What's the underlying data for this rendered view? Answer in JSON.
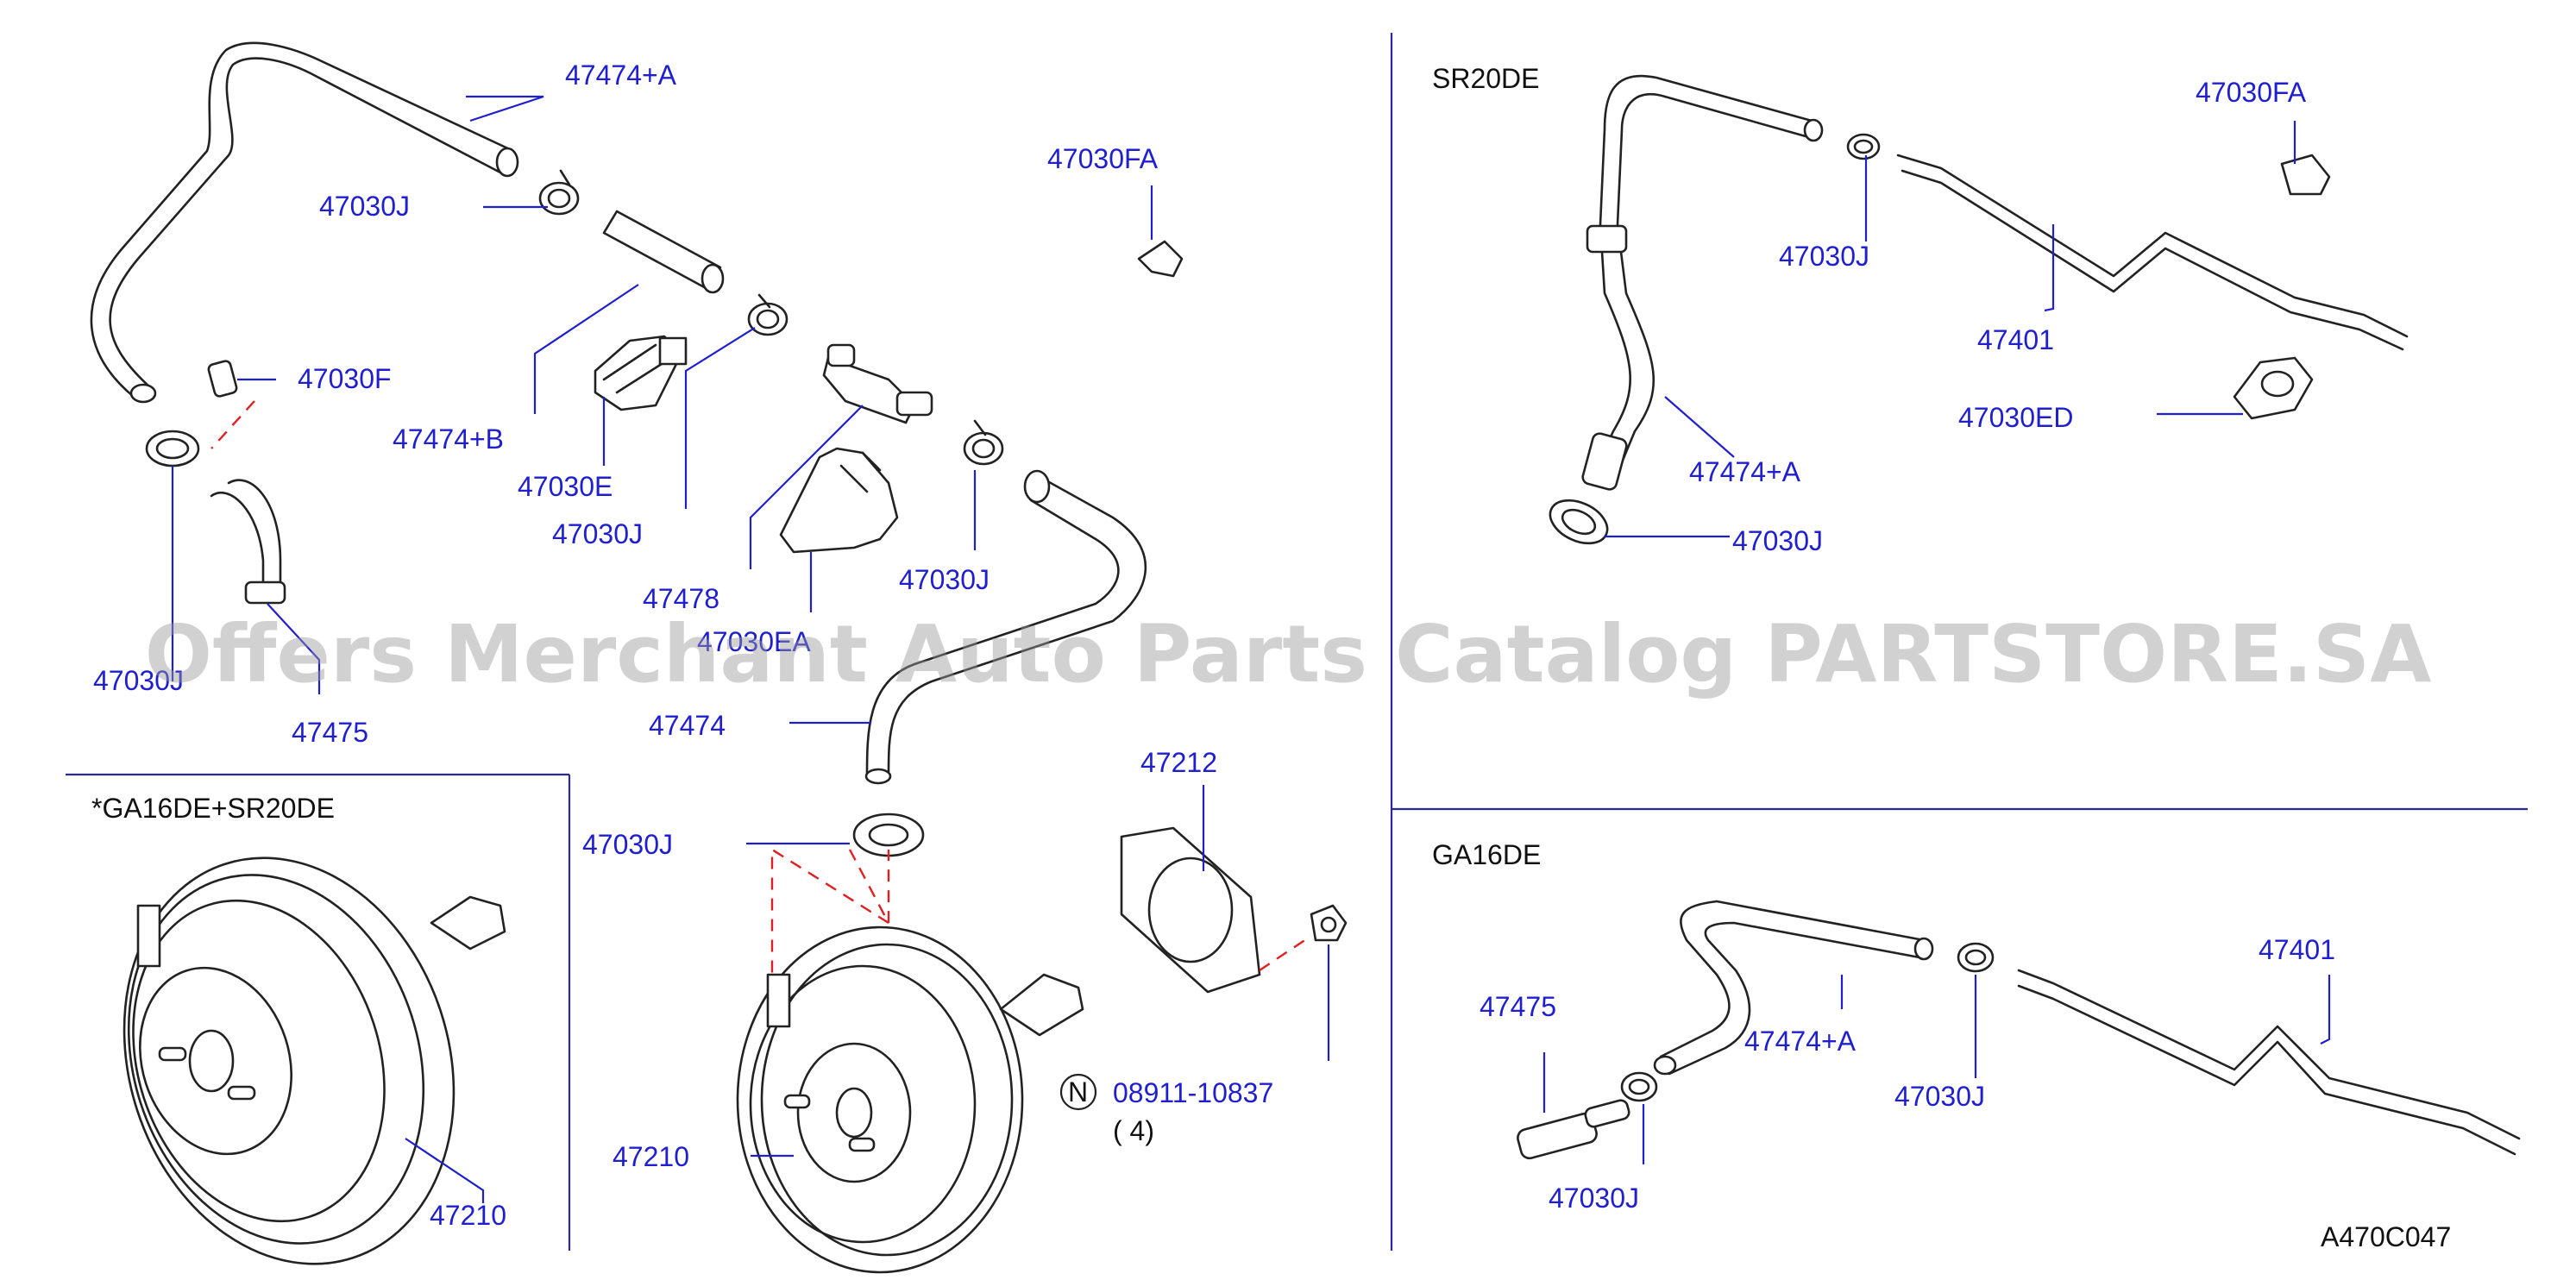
{
  "sections": {
    "sr20de": "SR20DE",
    "ga16de": "GA16DE",
    "ga16de_sr20de": "*GA16DE+SR20DE"
  },
  "labels": {
    "l1": "47474+A",
    "l2": "47030J",
    "l3": "47030F",
    "l4": "47474+B",
    "l5": "47030E",
    "l6": "47030J",
    "l7": "47478",
    "l8": "47030EA",
    "l9": "47030J",
    "l10": "47030J",
    "l11": "47475",
    "l12": "47474",
    "l13": "47030FA",
    "l14": "47030J",
    "l15": "47212",
    "l16": "08911-10837",
    "l16_qty": "( 4)",
    "l16_symbol": "N",
    "l17": "47210",
    "l18": "47210",
    "r1": "47030FA",
    "r2": "47030J",
    "r3": "47401",
    "r4": "47030ED",
    "r5": "47474+A",
    "r6": "47030J",
    "g1": "47401",
    "g2": "47475",
    "g3": "47474+A",
    "g4": "47030J",
    "g5": "47030J"
  },
  "diagram_code": "A470C047",
  "watermark": "Offers Merchant Auto Parts Catalog PARTSTORE.SA"
}
